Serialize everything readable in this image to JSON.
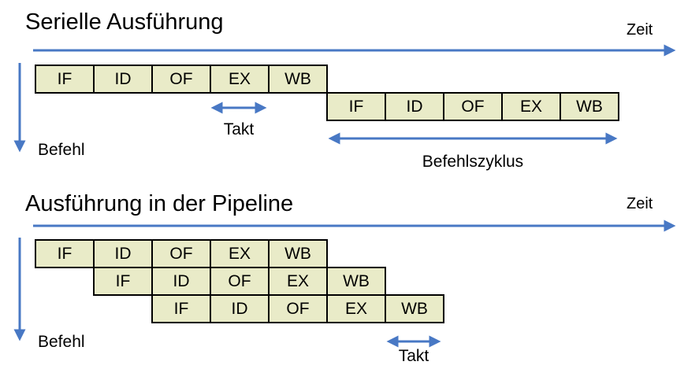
{
  "colors": {
    "accent_blue": "#4878C4",
    "box_fill": "#E9EBC8",
    "box_border": "#000000",
    "text": "#000000"
  },
  "serial": {
    "title": "Serielle Ausführung",
    "time_label": "Zeit",
    "instruction_label": "Befehl",
    "clock_label": "Takt",
    "cycle_label": "Befehlszyklus",
    "rows": [
      [
        "IF",
        "ID",
        "OF",
        "EX",
        "WB"
      ],
      [
        "IF",
        "ID",
        "OF",
        "EX",
        "WB"
      ]
    ]
  },
  "pipeline": {
    "title": "Ausführung in der Pipeline",
    "time_label": "Zeit",
    "instruction_label": "Befehl",
    "clock_label": "Takt",
    "rows": [
      [
        "IF",
        "ID",
        "OF",
        "EX",
        "WB"
      ],
      [
        "IF",
        "ID",
        "OF",
        "EX",
        "WB"
      ],
      [
        "IF",
        "ID",
        "OF",
        "EX",
        "WB"
      ]
    ]
  }
}
